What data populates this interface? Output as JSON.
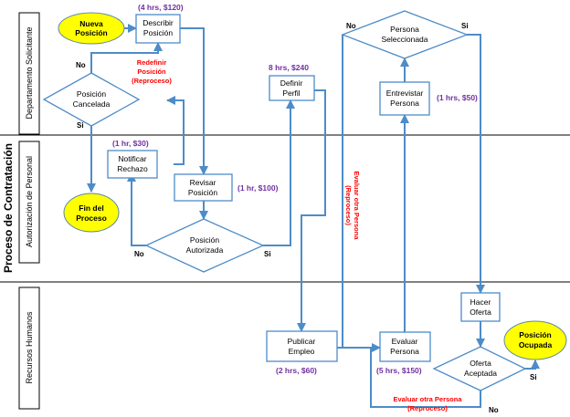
{
  "title": "Proceso de Contratación",
  "lanes": {
    "lane1": "Departamento Solicitante",
    "lane2": "Autorización de Personal",
    "lane3": "Recursos Humanos"
  },
  "nodes": {
    "nueva_posicion": [
      "Nueva",
      "Posición"
    ],
    "describir_posicion": [
      "Describir",
      "Posición"
    ],
    "posicion_cancelada": [
      "Posición",
      "Cancelada"
    ],
    "fin_proceso": [
      "Fin del",
      "Proceso"
    ],
    "notificar_rechazo": [
      "Notificar",
      "Rechazo"
    ],
    "revisar_posicion": [
      "Revisar",
      "Posición"
    ],
    "posicion_autorizada": [
      "Posición",
      "Autorizada"
    ],
    "definir_perfil": [
      "Definir",
      "Perfil"
    ],
    "persona_seleccionada": [
      "Persona",
      "Seleccionada"
    ],
    "entrevistar_persona": [
      "Entrevistar",
      "Persona"
    ],
    "publicar_empleo": [
      "Publicar",
      "Empleo"
    ],
    "evaluar_persona": [
      "Evaluar",
      "Persona"
    ],
    "hacer_oferta": [
      "Hacer",
      "Oferta"
    ],
    "oferta_aceptada": [
      "Oferta",
      "Aceptada"
    ],
    "posicion_ocupada": [
      "Posición",
      "Ocupada"
    ]
  },
  "costs": {
    "describir": "(4 hrs, $120)",
    "notificar": "(1 hr, $30)",
    "revisar": "(1 hr, $100)",
    "definir": "8 hrs, $240",
    "entrevistar": "(1 hrs, $50)",
    "publicar": "(2 hrs, $60)",
    "evaluar": "(5 hrs, $150)"
  },
  "edge_labels": {
    "no": "No",
    "si": "Si"
  },
  "annotations": {
    "redefinir": [
      "Redefinir",
      "Posición",
      "(Reproceso)"
    ],
    "evaluar_otra_vertical": [
      "Evaluar otra Persona",
      "(Reproceso)"
    ],
    "evaluar_otra_bottom": [
      "Evaluar otra Persona",
      "(Reproceso)"
    ]
  },
  "colors": {
    "flow": "#4d8cc8",
    "terminal": "#ffff00",
    "cost": "#7030a0",
    "rework": "#ff0000"
  }
}
